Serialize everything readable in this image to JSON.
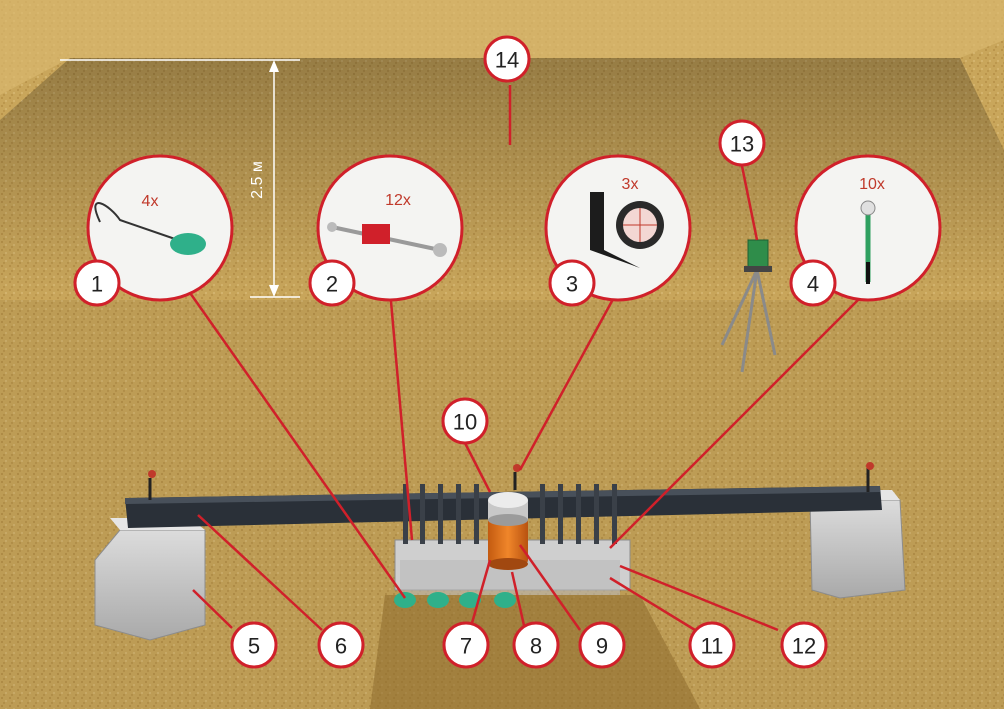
{
  "dimension_label": "2.5 м",
  "callouts": {
    "c1": {
      "number": "1",
      "quantity": "4x",
      "item": "hose-level-sensor"
    },
    "c2": {
      "number": "2",
      "quantity": "12x",
      "item": "rail-clamp"
    },
    "c3": {
      "number": "3",
      "quantity": "3x",
      "item": "mini-prism"
    },
    "c4": {
      "number": "4",
      "quantity": "10x",
      "item": "reflector-stake"
    },
    "c5": {
      "number": "5"
    },
    "c6": {
      "number": "6"
    },
    "c7": {
      "number": "7"
    },
    "c8": {
      "number": "8"
    },
    "c9": {
      "number": "9"
    },
    "c10": {
      "number": "10"
    },
    "c11": {
      "number": "11"
    },
    "c12": {
      "number": "12"
    },
    "c13": {
      "number": "13"
    },
    "c14": {
      "number": "14"
    }
  },
  "colors": {
    "accent": "#d0202a",
    "soil": "#c8a55a",
    "beam": "#2a3038",
    "concrete": "#c9c9c9",
    "jack": "#e8721c",
    "green_sensor": "#2fb08a"
  }
}
